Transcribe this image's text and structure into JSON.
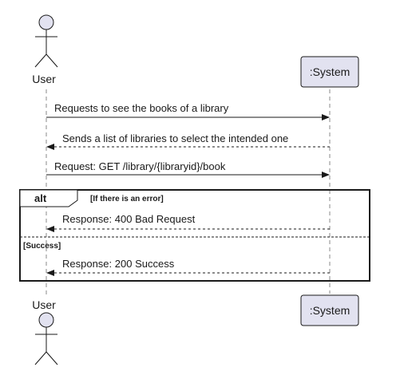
{
  "participants": {
    "user": {
      "label": "User"
    },
    "system": {
      "label": ":System"
    }
  },
  "messages": [
    {
      "text": "Requests to see the books of a library",
      "direction": "right",
      "style": "solid"
    },
    {
      "text": "Sends a list of libraries to select the intended one",
      "direction": "left",
      "style": "dashed"
    },
    {
      "text": "Request: GET /library/{libraryid}/book",
      "direction": "right",
      "style": "solid"
    },
    {
      "text": "Response: 400 Bad Request",
      "direction": "left",
      "style": "dashed"
    },
    {
      "text": "Response: 200 Success",
      "direction": "left",
      "style": "dashed"
    }
  ],
  "fragment": {
    "keyword": "alt",
    "guards": [
      "[If there is an error]",
      "[Success]"
    ]
  },
  "colors": {
    "actor_fill": "#e2e2f0",
    "box_fill": "#e2e2f0",
    "line": "#1a1a1a",
    "lifeline": "#888888"
  }
}
